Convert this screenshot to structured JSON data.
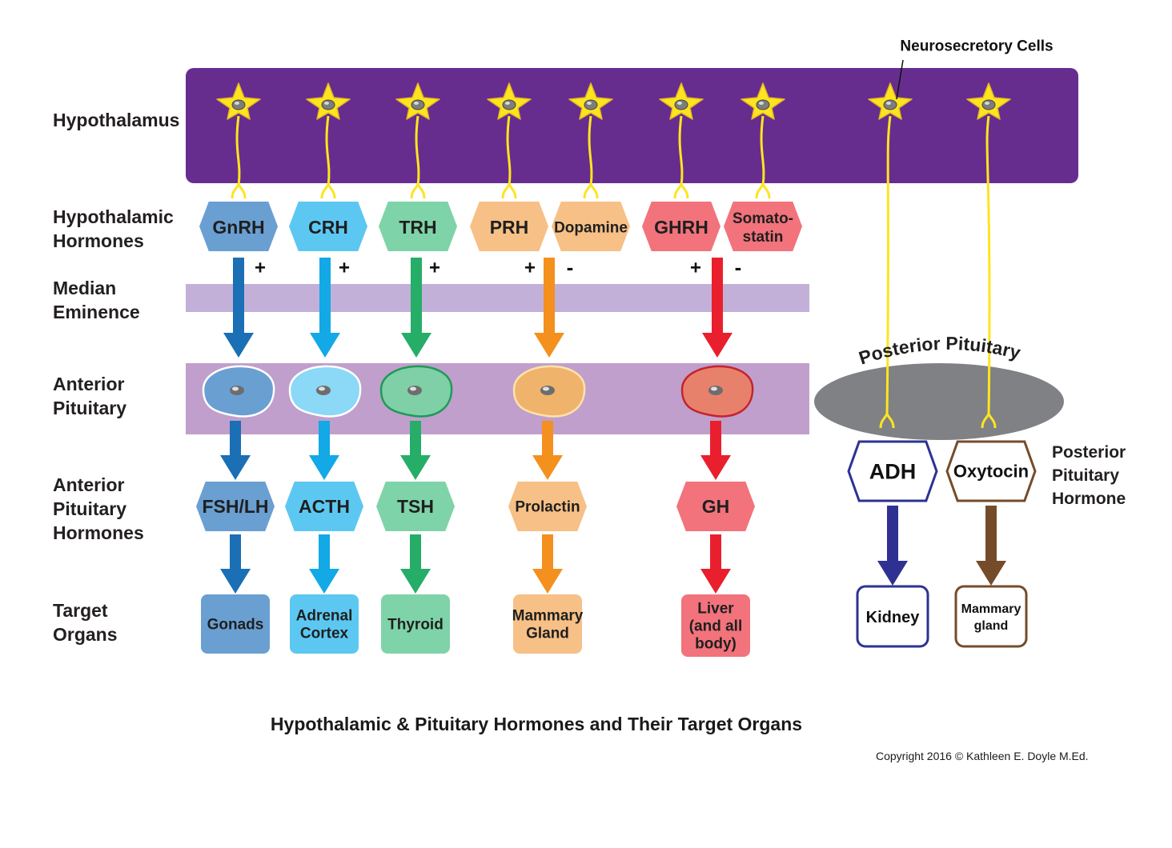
{
  "row_labels": {
    "hypothalamus": "Hypothalamus",
    "hypothalamic_hormones": "Hypothalamic\nHormones",
    "median_eminence": "Median\nEminence",
    "anterior_pituitary": "Anterior\nPituitary",
    "anterior_pituitary_hormones": "Anterior\nPituitary\nHormones",
    "target_organs": "Target\nOrgans"
  },
  "neurosecretory_label": "Neurosecretory Cells",
  "posterior_pituitary_label": "Posterior Pituitary",
  "posterior_pituitary_hormone_label": "Posterior\nPituitary\nHormone",
  "hypothalamic_hormones": [
    {
      "label": "GnRH",
      "sign": "+",
      "color": "#6a9fd2"
    },
    {
      "label": "CRH",
      "sign": "+",
      "color": "#5cc8f2"
    },
    {
      "label": "TRH",
      "sign": "+",
      "color": "#7fd3a9"
    },
    {
      "label": "PRH",
      "sign": "+",
      "color": "#f7c086"
    },
    {
      "label": "Dopamine",
      "sign": "-",
      "color": "#f7c086"
    },
    {
      "label": "GHRH",
      "sign": "+",
      "color": "#f2737b"
    },
    {
      "label": "Somato-\nstatin",
      "sign": "-",
      "color": "#f2737b"
    }
  ],
  "pathways": [
    {
      "pituitary_hormone": "FSH/LH",
      "target": "Gonads",
      "arrow_color": "#1a6fb5",
      "cell_color": "#6a9fd2",
      "cell_border": "#ffffff",
      "hormone_color": "#6a9fd2",
      "target_color": "#6a9fd2"
    },
    {
      "pituitary_hormone": "ACTH",
      "target": "Adrenal\nCortex",
      "arrow_color": "#13a8e6",
      "cell_color": "#8bd8f7",
      "cell_border": "#ffffff",
      "hormone_color": "#5cc8f2",
      "target_color": "#5cc8f2"
    },
    {
      "pituitary_hormone": "TSH",
      "target": "Thyroid",
      "arrow_color": "#26ad68",
      "cell_color": "#7fcfa7",
      "cell_border": "#1f9a57",
      "hormone_color": "#7fd3a9",
      "target_color": "#7fd3a9"
    },
    {
      "pituitary_hormone": "Prolactin",
      "target": "Mammary\nGland",
      "arrow_color": "#f4901e",
      "cell_color": "#f0b36c",
      "cell_border": "#ffe2a8",
      "hormone_color": "#f7c086",
      "target_color": "#f7c086"
    },
    {
      "pituitary_hormone": "GH",
      "target": "Liver\n(and all\nbody)",
      "arrow_color": "#e91f2d",
      "cell_color": "#e8816c",
      "cell_border": "#c4232e",
      "hormone_color": "#f2737b",
      "target_color": "#f2737b"
    }
  ],
  "posterior": [
    {
      "hormone": "ADH",
      "target": "Kidney",
      "color": "#2e3192"
    },
    {
      "hormone": "Oxytocin",
      "target": "Mammary\ngland",
      "color": "#754c29"
    }
  ],
  "colors": {
    "hypothalamus": "#662d8f",
    "median_eminence": "#c2b0d8",
    "anterior_pituitary": "#c09fcc",
    "posterior_pituitary": "#808184",
    "neuron": "#fce51f",
    "neuron_outline": "#e6b820",
    "text": "#231f20"
  },
  "caption": "Hypothalamic & Pituitary Hormones and Their Target Organs",
  "copyright": "Copyright 2016 © Kathleen E. Doyle M.Ed."
}
